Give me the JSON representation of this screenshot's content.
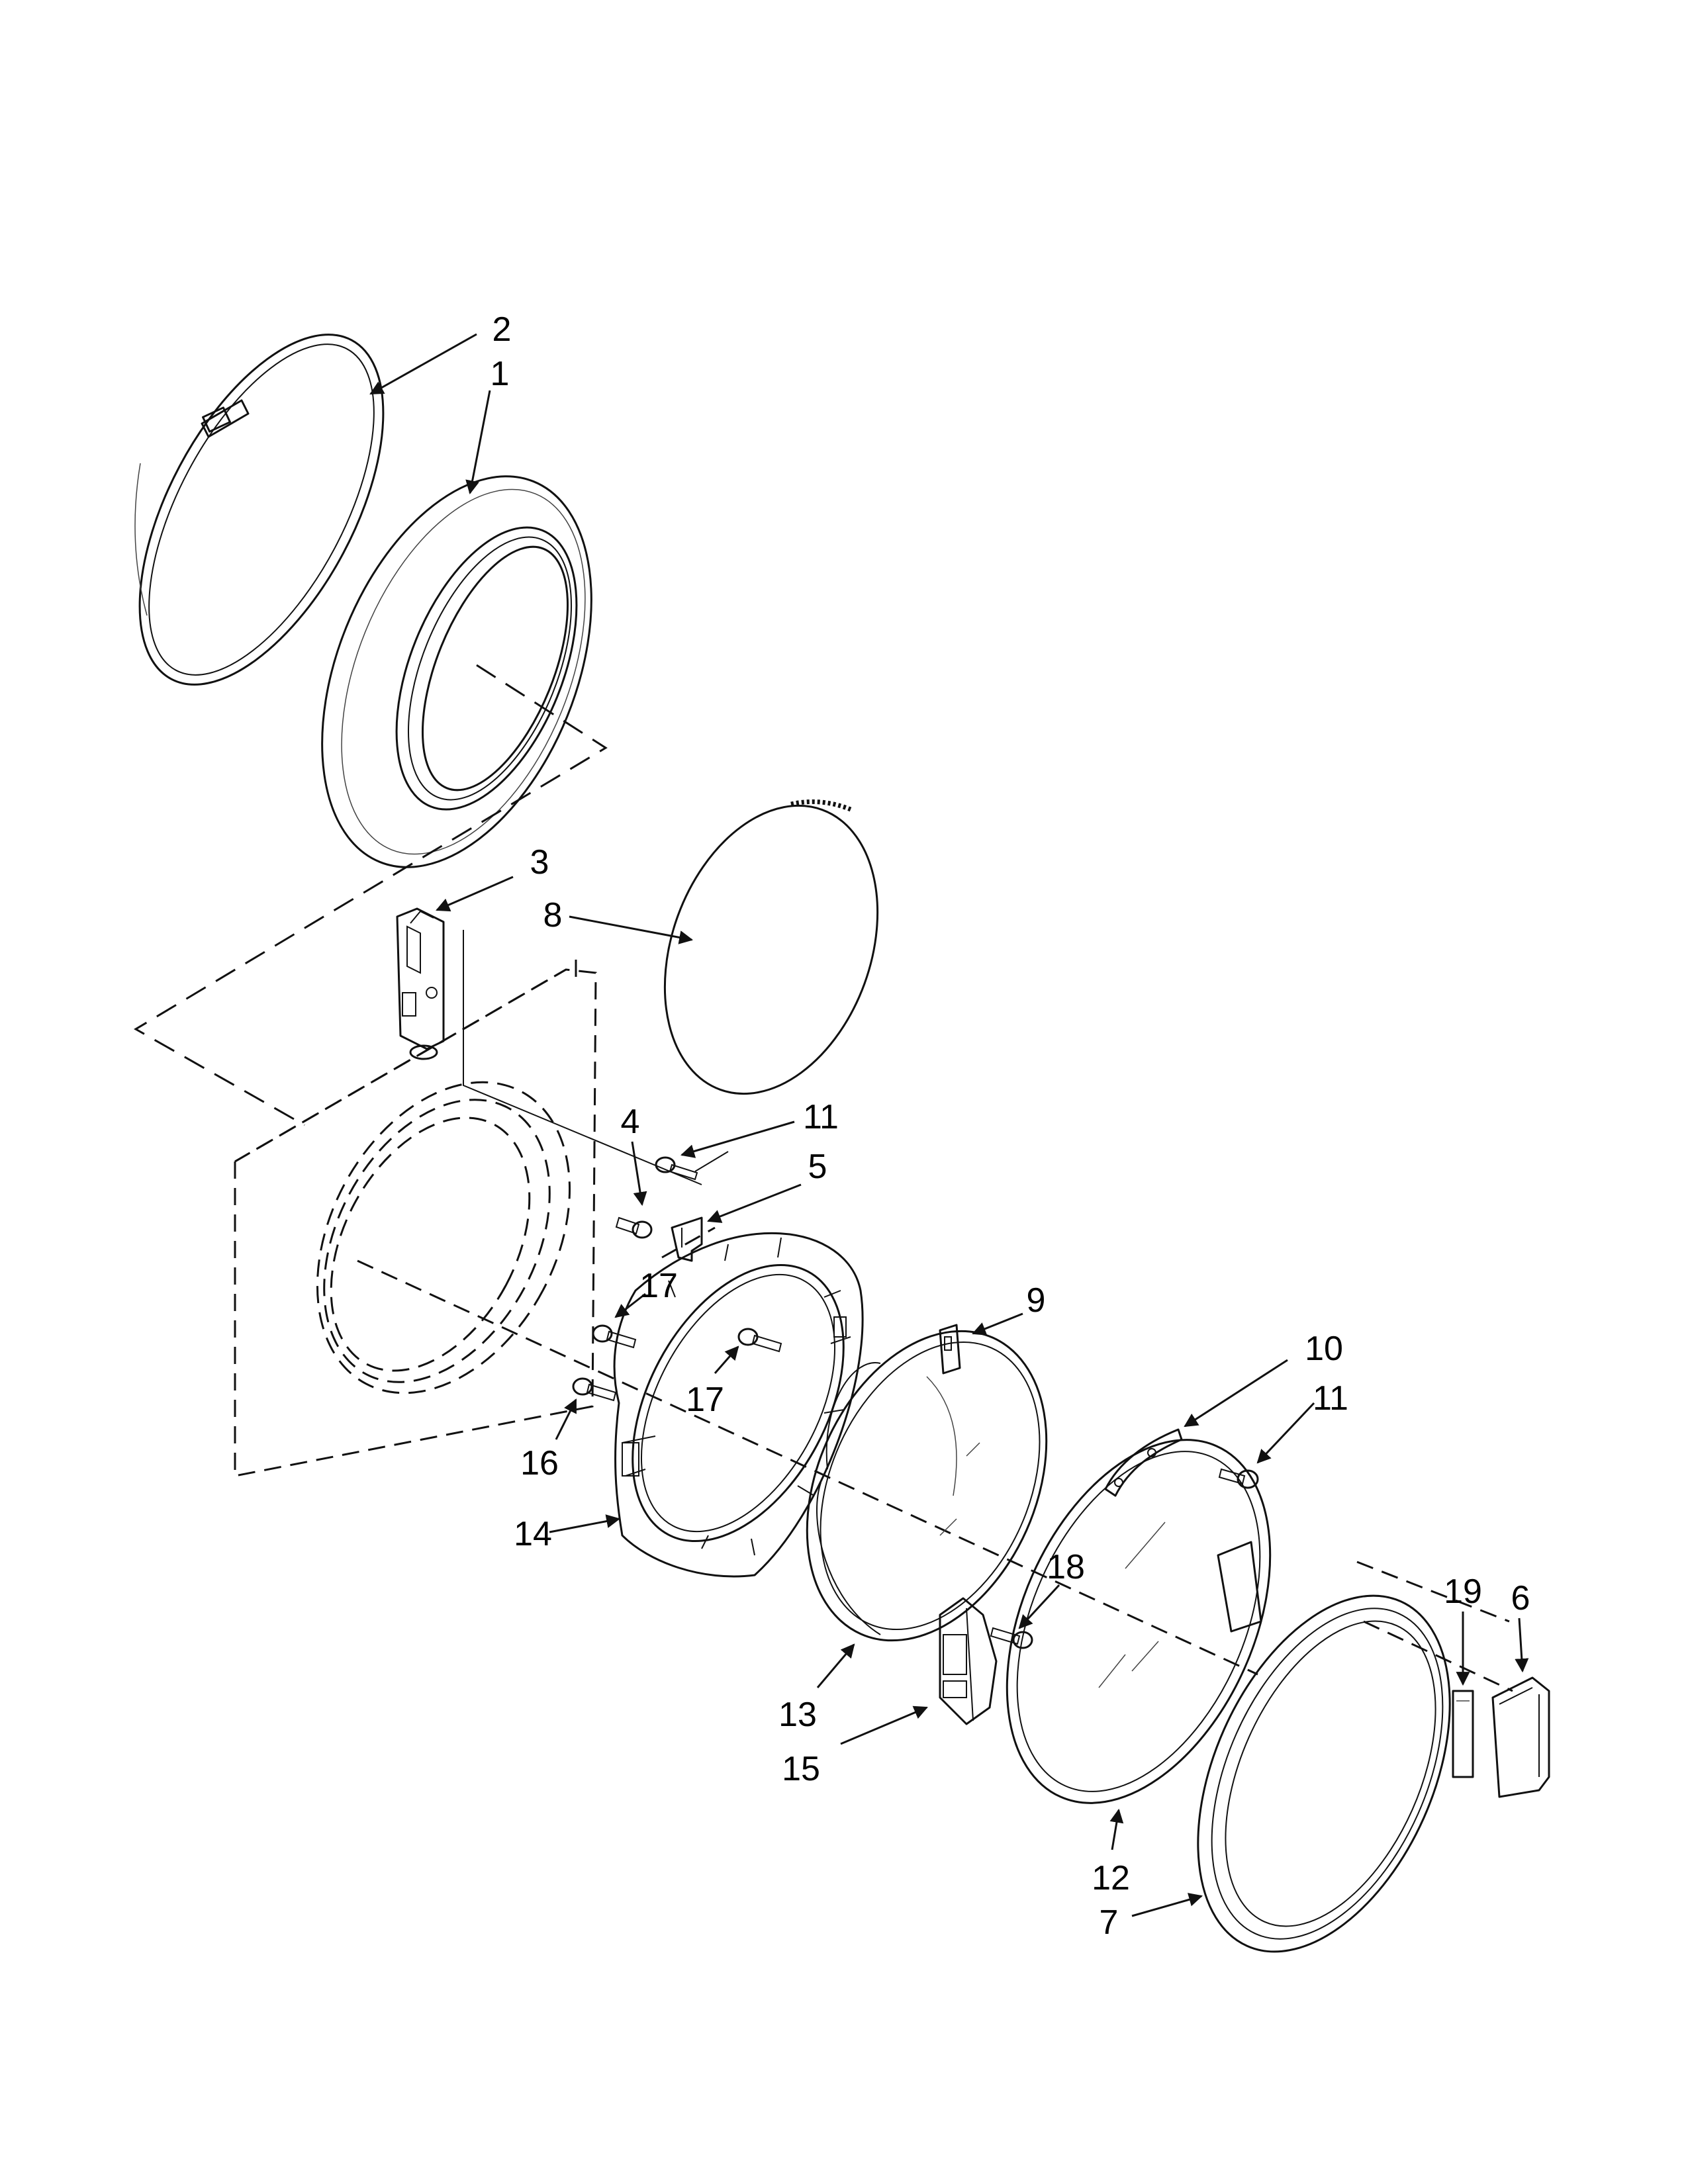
{
  "diagram": {
    "type": "exploded-parts-view",
    "callouts": [
      {
        "id": "c2a",
        "label": "2"
      },
      {
        "id": "c1",
        "label": "1"
      },
      {
        "id": "c3",
        "label": "3"
      },
      {
        "id": "c8",
        "label": "8"
      },
      {
        "id": "c4",
        "label": "4"
      },
      {
        "id": "c11a",
        "label": "11"
      },
      {
        "id": "c5",
        "label": "5"
      },
      {
        "id": "c17a",
        "label": "17"
      },
      {
        "id": "c17b",
        "label": "17"
      },
      {
        "id": "c9",
        "label": "9"
      },
      {
        "id": "c10",
        "label": "10"
      },
      {
        "id": "c11b",
        "label": "11"
      },
      {
        "id": "c16",
        "label": "16"
      },
      {
        "id": "c14",
        "label": "14"
      },
      {
        "id": "c18",
        "label": "18"
      },
      {
        "id": "c19",
        "label": "19"
      },
      {
        "id": "c6",
        "label": "6"
      },
      {
        "id": "c13",
        "label": "13"
      },
      {
        "id": "c15",
        "label": "15"
      },
      {
        "id": "c12",
        "label": "12"
      },
      {
        "id": "c7",
        "label": "7"
      }
    ]
  }
}
